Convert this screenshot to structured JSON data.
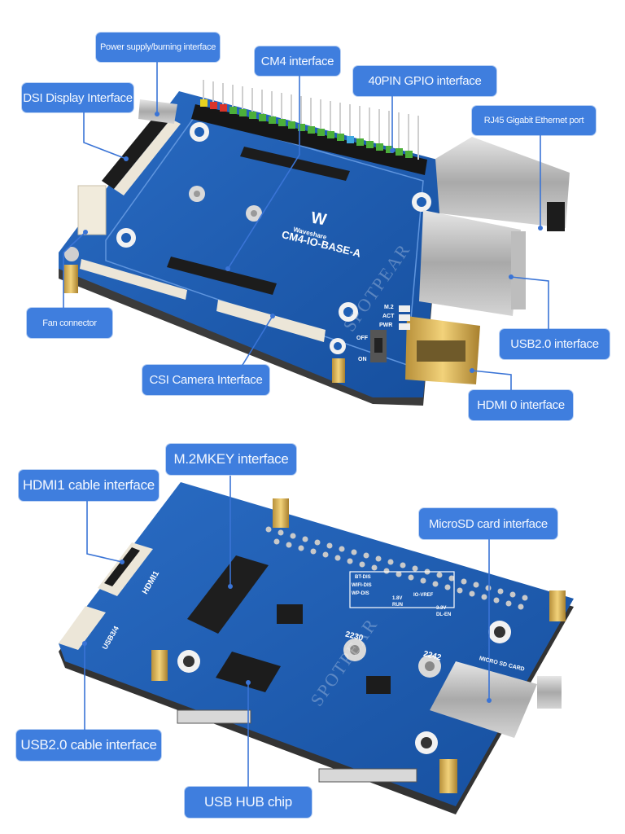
{
  "figure": {
    "title": "CM4-IO-BASE-A interface annotations",
    "colors": {
      "callout_bg": "#3f7ede",
      "callout_text": "#f4f8ff",
      "pcb_blue": "#1f5fb5",
      "line": "#3a74d6",
      "background": "#ffffff"
    }
  },
  "top_view": {
    "board_silkscreen": {
      "brand": "Waveshare",
      "logo": "W",
      "model": "CM4-IO-BASE-A",
      "led_labels": [
        "M.2",
        "ACT",
        "PWR"
      ],
      "switch_labels": [
        "OFF",
        "ON"
      ]
    },
    "callouts": [
      {
        "id": "power",
        "label": "Power supply/burning interface"
      },
      {
        "id": "cm4",
        "label": "CM4 interface"
      },
      {
        "id": "dsi",
        "label": "DSI Display Interface"
      },
      {
        "id": "gpio",
        "label": "40PIN GPIO interface"
      },
      {
        "id": "rj45",
        "label": "RJ45 Gigabit Ethernet port"
      },
      {
        "id": "fan",
        "label": "Fan connector"
      },
      {
        "id": "usb2",
        "label": "USB2.0 interface"
      },
      {
        "id": "csi",
        "label": "CSI Camera Interface"
      },
      {
        "id": "hdmi0",
        "label": "HDMI 0 interface"
      }
    ]
  },
  "bottom_view": {
    "board_silkscreen": {
      "hdmi1": "HDMI1",
      "usb34": "USB3/4",
      "m2_2230": "2230",
      "m2_2242": "2242",
      "microsd": "MICRO SD CARD",
      "jumper_labels": [
        "BT-DIS",
        "WIFI-DIS",
        "WP-DIS",
        "1.8V",
        "RUN",
        "IO-VREF",
        "3.3V",
        "DL-EN"
      ]
    },
    "callouts": [
      {
        "id": "m2",
        "label": "M.2MKEY interface"
      },
      {
        "id": "hdmi1",
        "label": "HDMI1 cable interface"
      },
      {
        "id": "microsd",
        "label": "MicroSD card interface"
      },
      {
        "id": "usbcable",
        "label": "USB2.0 cable interface"
      },
      {
        "id": "usbhub",
        "label": "USB HUB chip"
      }
    ]
  },
  "watermark": "SPOTPEAR"
}
